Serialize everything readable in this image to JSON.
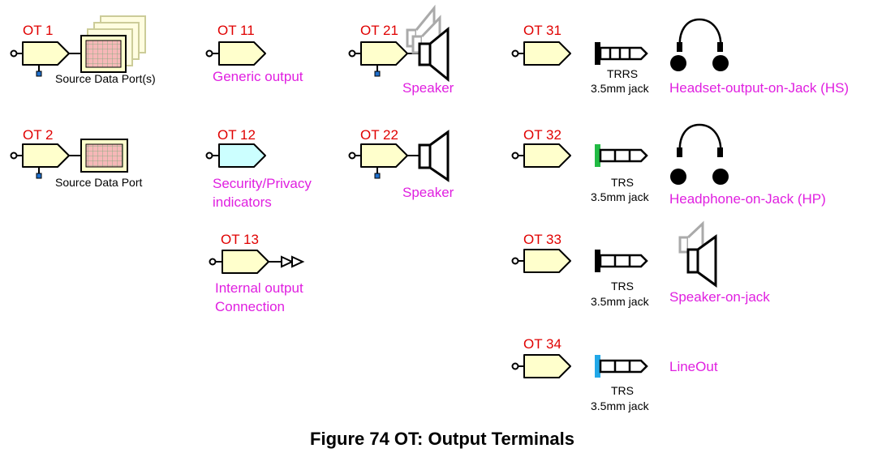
{
  "terminals": {
    "ot1": {
      "id": "OT 1",
      "desc": "Source Data Port(s)"
    },
    "ot2": {
      "id": "OT 2",
      "desc": "Source Data Port"
    },
    "ot11": {
      "id": "OT 11",
      "desc": "Generic output"
    },
    "ot12": {
      "id": "OT 12",
      "desc_line1": "Security/Privacy",
      "desc_line2": "indicators"
    },
    "ot13": {
      "id": "OT 13",
      "desc_line1": "Internal output",
      "desc_line2": "Connection"
    },
    "ot21": {
      "id": "OT 21",
      "desc": "Speaker"
    },
    "ot22": {
      "id": "OT 22",
      "desc": "Speaker"
    },
    "ot31": {
      "id": "OT 31",
      "jack_type": "TRRS",
      "jack_size": "3.5mm jack",
      "desc": "Headset-output-on-Jack (HS)"
    },
    "ot32": {
      "id": "OT 32",
      "jack_type": "TRS",
      "jack_size": "3.5mm jack",
      "desc": "Headphone-on-Jack (HP)"
    },
    "ot33": {
      "id": "OT 33",
      "jack_type": "TRS",
      "jack_size": "3.5mm jack",
      "desc": "Speaker-on-jack"
    },
    "ot34": {
      "id": "OT 34",
      "jack_type": "TRS",
      "jack_size": "3.5mm jack",
      "desc": "LineOut"
    }
  },
  "caption": "Figure 74 OT: Output Terminals",
  "colors": {
    "terminal_fill": "#ffffcc",
    "security_fill": "#ccffff",
    "id_label": "#e00000",
    "desc_label": "#e020e0",
    "jack_green": "#22bb44",
    "jack_blue": "#22a8e8",
    "port_grid": "#f6b8b8"
  }
}
